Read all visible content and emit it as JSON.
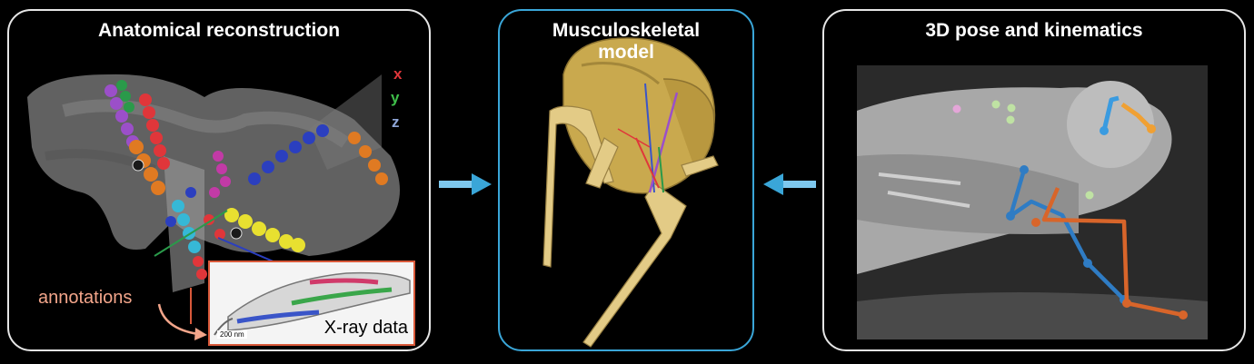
{
  "panels": {
    "left": {
      "title": "Anatomical reconstruction"
    },
    "middle": {
      "title": "Musculoskeletal\nmodel"
    },
    "right": {
      "title": "3D pose and kinematics"
    }
  },
  "axes": {
    "x": "x",
    "y": "y",
    "z": "z"
  },
  "annotations_label": "annotations",
  "xray_label": "X-ray data",
  "scale_bar": "200 nm",
  "colors": {
    "panel_border": "#e6e6e6",
    "model_border": "#3aa6d8",
    "arrow": "#7ec8ee",
    "annotation_text": "#f2a58a",
    "xray_border": "#d9593a",
    "pose_blue": "#2f7cc4",
    "pose_orange": "#d8652a"
  }
}
